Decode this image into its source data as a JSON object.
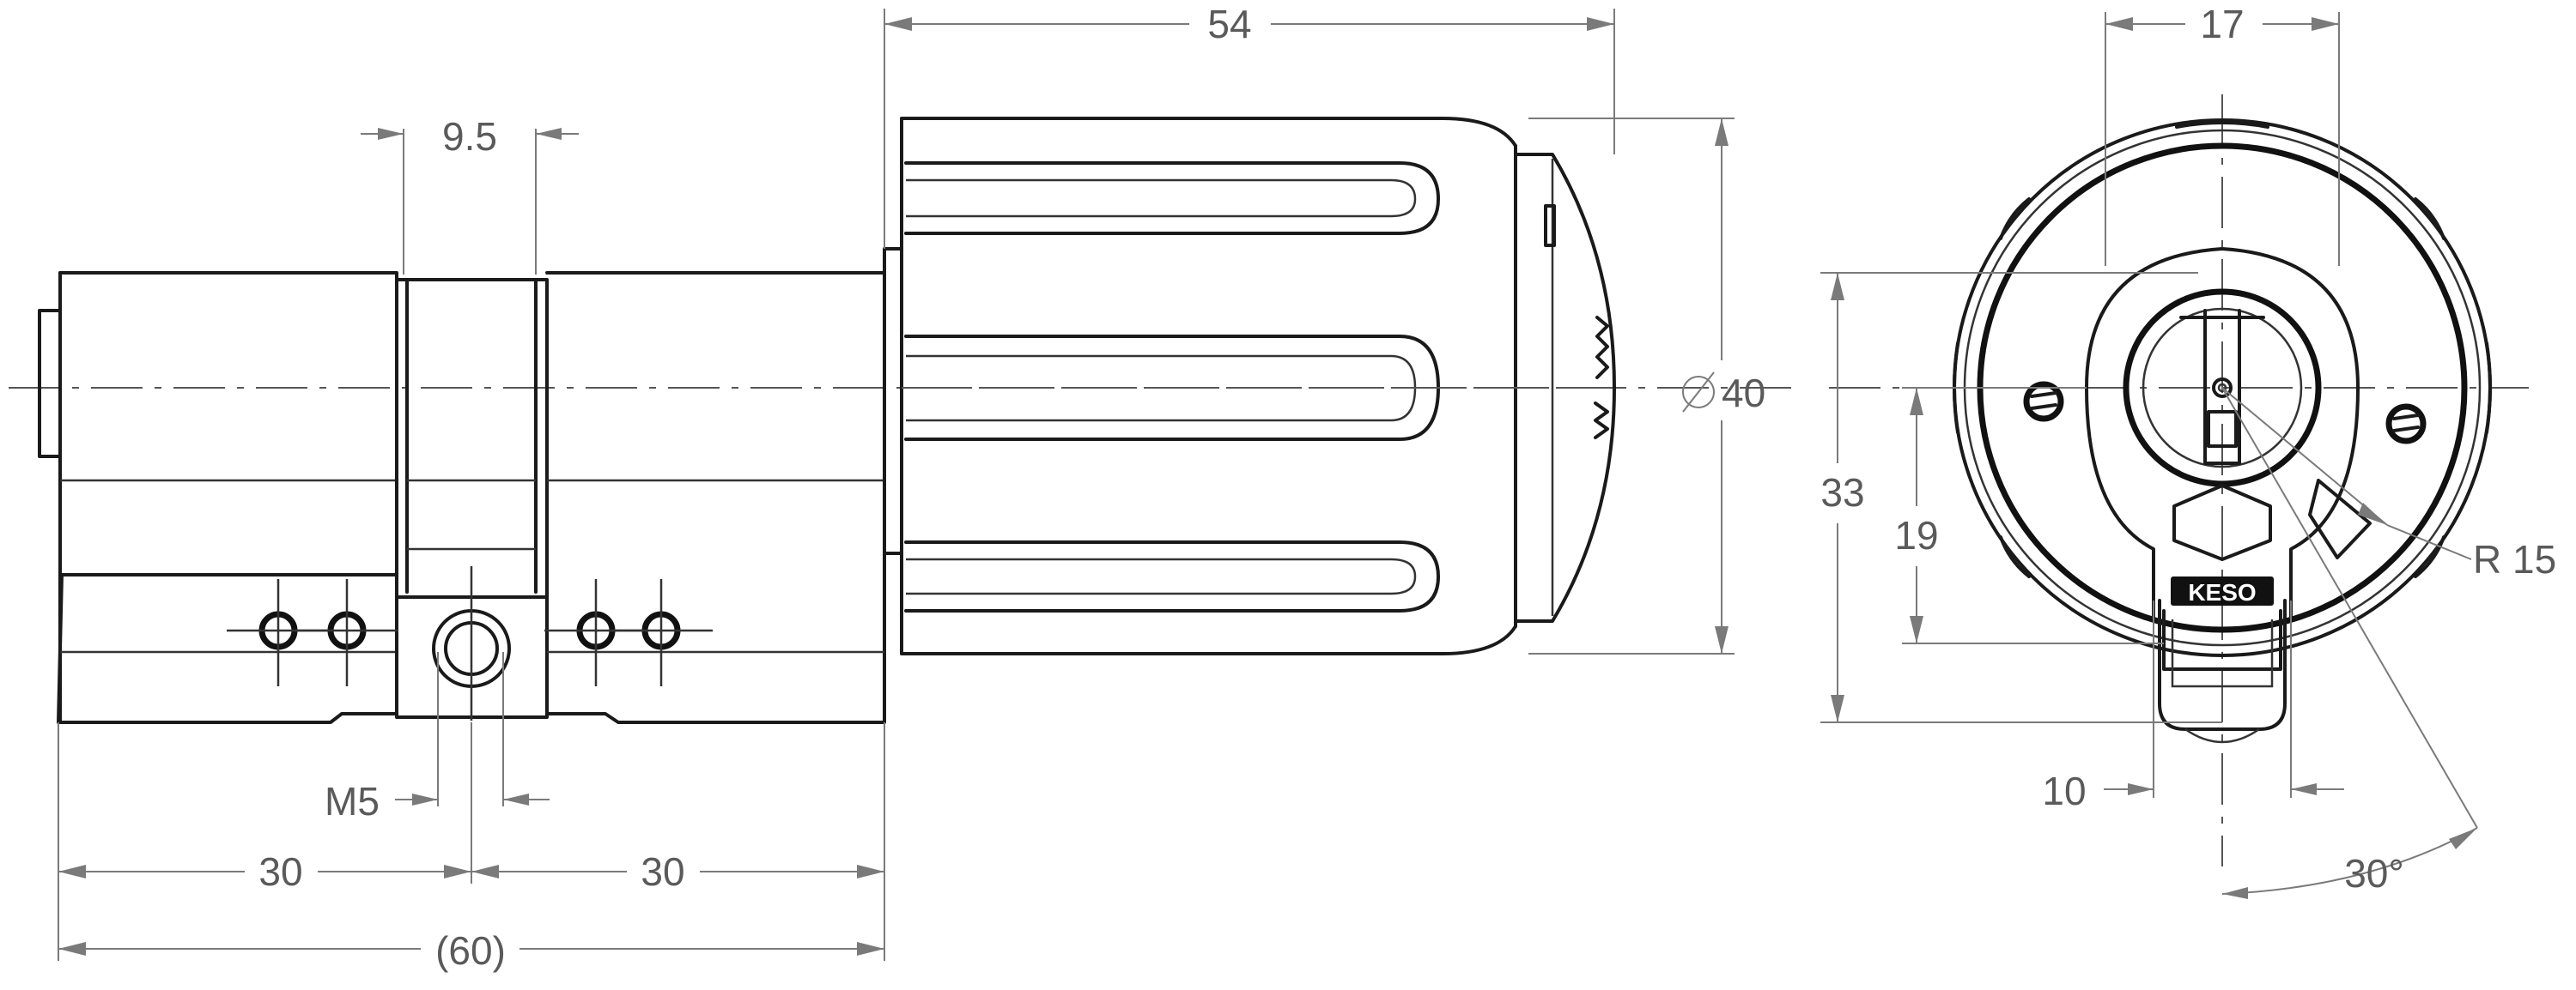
{
  "dimensions": {
    "knob_length": "54",
    "cam_width": "9.5",
    "knob_diameter": "40",
    "thread": "M5",
    "left_half": "30",
    "right_half": "30",
    "total_length": "(60)",
    "front_width": "17",
    "front_height": "33",
    "profile_height": "19",
    "profile_width": "10",
    "radius": "R 15",
    "angle": "30°"
  },
  "brand": "KESO"
}
